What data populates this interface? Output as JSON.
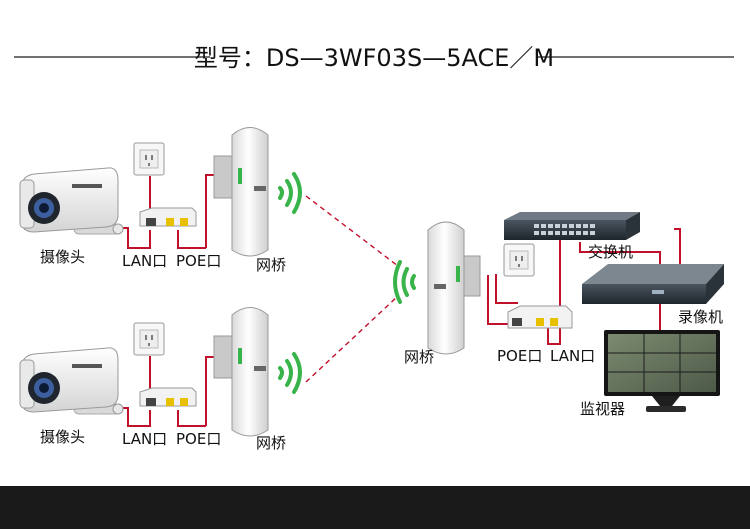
{
  "title": "型号：DS—3WF03S—5ACE／M",
  "labels": {
    "camera": "摄像头",
    "lan_port": "LAN口",
    "poe_port": "POE口",
    "bridge": "网桥",
    "switch": "交换机",
    "nvr": "录像机",
    "monitor": "监视器"
  },
  "colors": {
    "link_red": "#c0102a",
    "wifi_green": "#39b44a",
    "background": "#ffffff",
    "frame": "#1a1a1a"
  }
}
